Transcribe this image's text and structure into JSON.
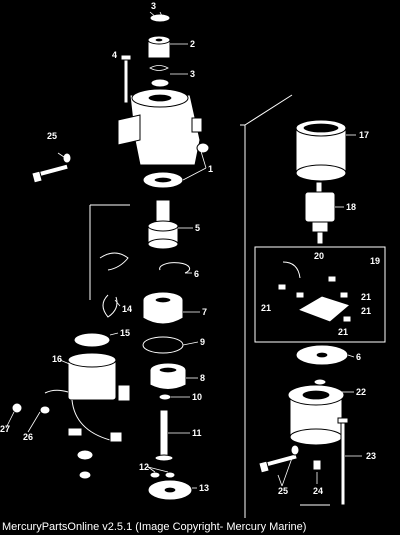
{
  "caption": "MercuryPartsOnline v2.5.1 (Image Copyright- Mercury Marine)",
  "callouts": [
    "1",
    "2",
    "3",
    "3",
    "4",
    "5",
    "6",
    "6",
    "7",
    "8",
    "9",
    "10",
    "11",
    "12",
    "13",
    "14",
    "15",
    "16",
    "17",
    "18",
    "19",
    "20",
    "21",
    "21",
    "21",
    "21",
    "22",
    "23",
    "24",
    "25",
    "25",
    "26",
    "27"
  ]
}
